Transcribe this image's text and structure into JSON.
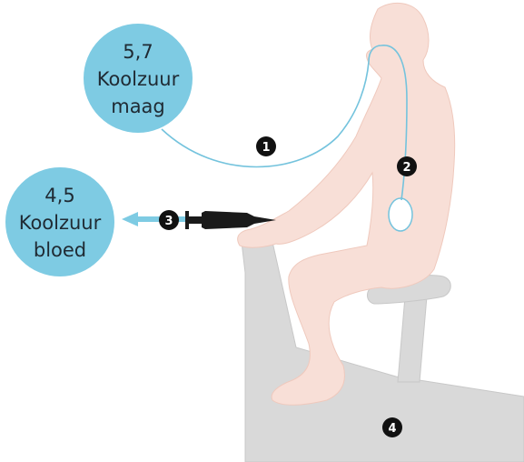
{
  "colors": {
    "bubble_fill": "#7ecbe3",
    "tube_stroke": "#74c3dd",
    "body_fill": "#f8dfd7",
    "body_stroke": "#efc9bd",
    "bike_fill": "#d9d9d9",
    "bike_stroke": "#c8c8c8",
    "badge_fill": "#111111",
    "syringe_fill": "#1a1a1a",
    "arrow_fill": "#7ecbe3"
  },
  "bubbles": {
    "stomach": {
      "value": "5,7",
      "line1": "Koolzuur",
      "line2": "maag"
    },
    "blood": {
      "value": "4,5",
      "line1": "Koolzuur",
      "line2": "bloed"
    }
  },
  "markers": {
    "tube": "1",
    "stomach": "2",
    "syringe": "3",
    "bike": "4"
  },
  "icons": {
    "syringe": "syringe-icon",
    "arrow": "arrow-left-icon",
    "bike": "exercise-bike-icon",
    "person": "person-silhouette-icon"
  }
}
